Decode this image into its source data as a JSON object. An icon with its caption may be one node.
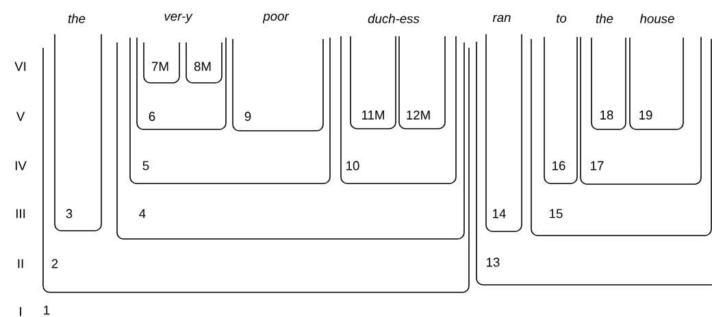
{
  "diagram": {
    "nodes": [
      {
        "text": [
          "2"
        ]
      },
      {
        "text": [
          "3"
        ],
        "in": 0
      },
      {
        "text": [
          "4"
        ],
        "in": 0
      },
      {
        "text": [
          "5"
        ],
        "in": 2
      },
      {
        "text": [
          "6"
        ],
        "in": 3
      },
      {
        "text": [
          "7M"
        ],
        "in": 4
      },
      {
        "text": [
          "8M"
        ],
        "in": 4
      },
      {
        "text": [
          "9"
        ],
        "in": 3
      },
      {
        "text": [
          "10"
        ],
        "in": 2
      },
      {
        "text": [
          "11M"
        ],
        "in": 8
      },
      {
        "text": [
          "12M"
        ],
        "in": 8
      },
      {
        "text": [
          "13"
        ]
      },
      {
        "text": [
          "14"
        ],
        "in": 11
      },
      {
        "text": [
          "15"
        ],
        "in": 11
      },
      {
        "text": [
          "16"
        ],
        "in": 13
      },
      {
        "text": [
          "17"
        ],
        "in": 13
      },
      {
        "text": [
          "18"
        ],
        "in": 15
      },
      {
        "text": [
          "19"
        ],
        "in": 15
      }
    ],
    "labels": [
      "the",
      "ver-y",
      "poor",
      "duch-ess",
      "ran",
      "to",
      "the",
      "house",
      "VI",
      "V",
      "IV",
      "III",
      "II",
      "I",
      "1"
    ]
  }
}
